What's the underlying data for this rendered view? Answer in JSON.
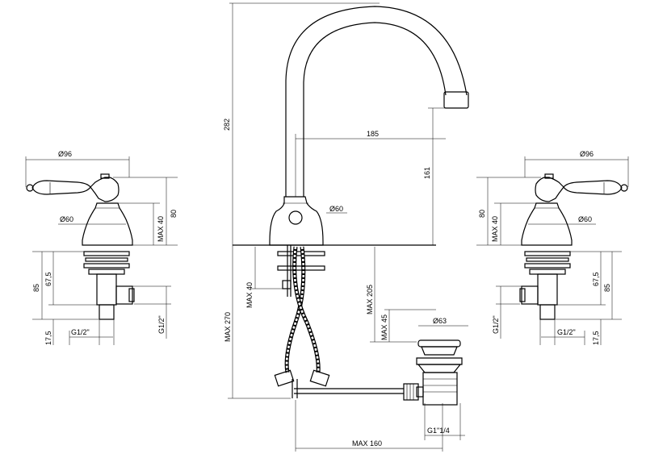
{
  "labels": {
    "left_handle_diameter": "Ø96",
    "left_max_40": "MAX 40",
    "left_80": "80",
    "left_base_diameter": "Ø60",
    "left_85": "85",
    "left_67_5": "67,5",
    "left_17_5": "17,5",
    "left_g12_horizontal": "G1/2\"",
    "left_g12_vertical": "G1/2\"",
    "spout_282": "282",
    "spout_185": "185",
    "spout_161": "161",
    "spout_base_diameter": "Ø60",
    "center_max_270": "MAX 270",
    "center_max_40": "MAX 40",
    "center_max_205": "MAX 205",
    "center_max_45": "MAX 45",
    "drain_diameter": "Ø63",
    "drain_thread": "G1\"1/4",
    "center_max_160": "MAX 160",
    "right_handle_diameter": "Ø96",
    "right_80": "80",
    "right_max_40": "MAX 40",
    "right_base_diameter": "Ø60",
    "right_67_5": "67,5",
    "right_85": "85",
    "right_17_5": "17,5",
    "right_g12_horizontal": "G1/2\"",
    "right_g12_vertical": "G1/2\""
  }
}
